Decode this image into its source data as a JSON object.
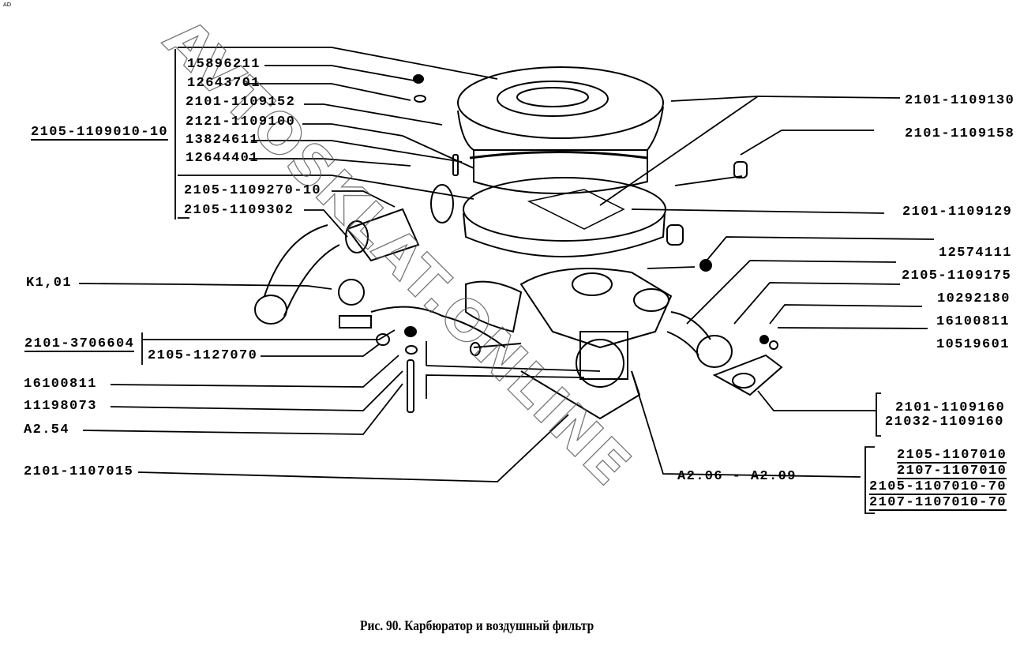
{
  "figure": {
    "caption": "Рис. 90. Карбюратор и воздушный фильтр",
    "corner_mark": "AD",
    "watermark": "AVTOSKLAT.ONLINE"
  },
  "labels_left": {
    "assembly": "2105-1109010-10",
    "group": [
      "15896211",
      "12643701",
      "2101-1109152",
      "2121-1109100",
      "13824611",
      "12644401"
    ],
    "group2": [
      "2105-1109270-10",
      "2105-1109302"
    ],
    "k101": "K1,01",
    "hose_assembly": "2101-3706604",
    "hose": "2105-1127070",
    "washer": "16100811",
    "nut": "11198073",
    "stud": "A2.54",
    "gasket": "2101-1107015"
  },
  "labels_right": {
    "r1": "2101-1109130",
    "r2": "2101-1109158",
    "r3": "2101-1109129",
    "r4": "12574111",
    "r5": "2105-1109175",
    "r6": "10292180",
    "r7": "16100811",
    "r8": "10519601",
    "heat_shield": [
      "2101-1109160",
      "21032-1109160"
    ],
    "carb_center": "A2.06 - A2.09",
    "carburetors": [
      "2105-1107010",
      "2107-1107010",
      "2105-1107010-70",
      "2107-1107010-70"
    ]
  }
}
